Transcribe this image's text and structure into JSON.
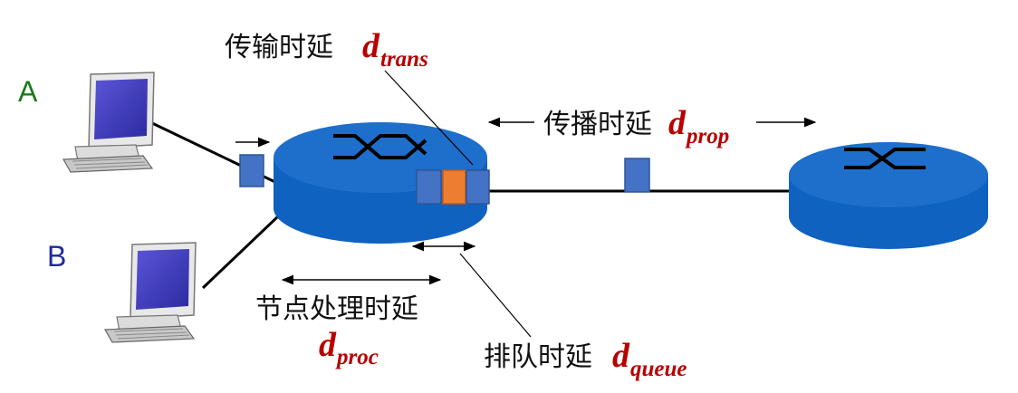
{
  "colors": {
    "router_fill": "#0f62c0",
    "router_top": "#1e6ecb",
    "packet_blue": "#4472c4",
    "packet_orange": "#ed7d31",
    "symbol_red": "#b80000",
    "host_a_color": "#1a7a1a",
    "host_b_color": "#1f2a9e",
    "line_color": "#000000"
  },
  "hosts": {
    "a": {
      "label": "A"
    },
    "b": {
      "label": "B"
    }
  },
  "delays": {
    "transmission": {
      "text": "传输时延",
      "symbol": "d",
      "subscript": "trans"
    },
    "propagation": {
      "text": "传播时延",
      "symbol": "d",
      "subscript": "prop"
    },
    "processing": {
      "text": "节点处理时延",
      "symbol": "d",
      "subscript": "proc"
    },
    "queueing": {
      "text": "排队时延",
      "symbol": "d",
      "subscript": "queue"
    }
  },
  "icons": [
    "computer-icon",
    "router-icon",
    "packet-icon",
    "arrow-icon"
  ]
}
